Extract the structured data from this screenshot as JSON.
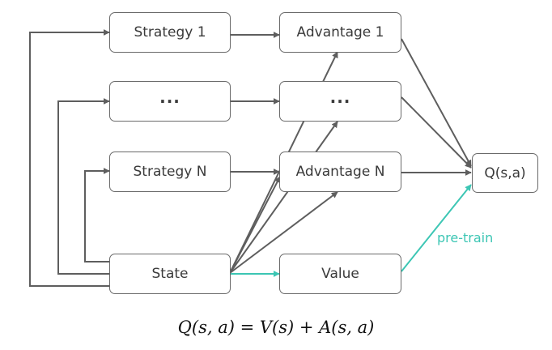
{
  "nodes": {
    "strategy_1": "Strategy 1",
    "strategy_ellipsis": "···",
    "strategy_n": "Strategy N",
    "state": "State",
    "advantage_1": "Advantage 1",
    "advantage_ellipsis": "···",
    "advantage_n": "Advantage N",
    "value": "Value",
    "q": "Q(s,a)"
  },
  "edge_labels": {
    "pretrain": "pre-train"
  },
  "formula": "Q(s, a) = V(s) + A(s, a)",
  "colors": {
    "edge": "#5e5e5e",
    "accent": "#3cc6b4",
    "border": "#6a6a6a",
    "text": "#3a3a3a"
  }
}
